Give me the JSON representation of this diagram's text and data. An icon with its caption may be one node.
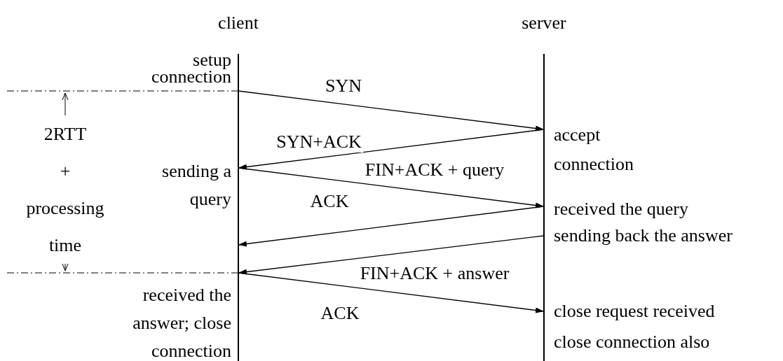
{
  "diagram": {
    "nodes": [
      {
        "text": [
          "client"
        ]
      },
      {
        "text": [
          "server"
        ]
      }
    ],
    "edges": [
      {
        "from": 0,
        "to": 1,
        "arrow": "to",
        "label": "SYN"
      },
      {
        "from": 1,
        "to": 0,
        "arrow": "to",
        "label": "SYN+ACK"
      },
      {
        "from": 0,
        "to": 1,
        "arrow": "to",
        "label": "FIN+ACK + query"
      },
      {
        "from": 1,
        "to": 0,
        "arrow": "to",
        "label": "ACK"
      },
      {
        "from": 1,
        "to": 0,
        "arrow": "to",
        "label": "FIN+ACK + answer"
      },
      {
        "from": 0,
        "to": 1,
        "arrow": "to",
        "label": "ACK"
      }
    ],
    "labels": [
      "setup connection",
      "accept connection",
      "2RTT + processing time",
      "sending a query",
      "received the query",
      "sending back the answer",
      "received the answer; close connection",
      "close request received",
      "close connection also"
    ]
  }
}
